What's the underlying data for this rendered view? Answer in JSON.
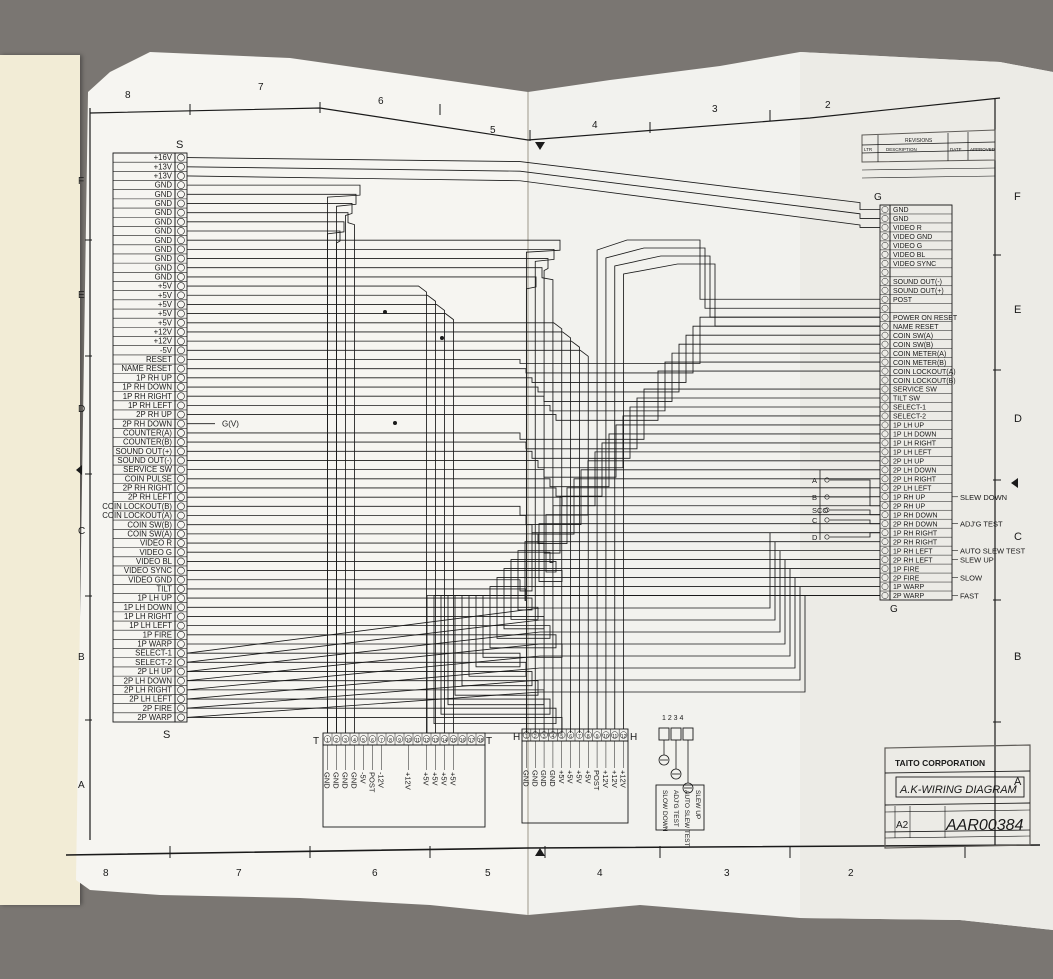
{
  "zones_top": [
    "8",
    "7",
    "6",
    "5",
    "4",
    "3",
    "2"
  ],
  "zones_bottom": [
    "8",
    "7",
    "6",
    "5",
    "4",
    "3",
    "2"
  ],
  "rows_left": [
    "F",
    "E",
    "D",
    "C",
    "B",
    "A"
  ],
  "rows_right": [
    "F",
    "E",
    "D",
    "C",
    "B",
    "A"
  ],
  "connectors": {
    "S": {
      "letter": "S",
      "pins": [
        "+16V",
        "+13V",
        "+13V",
        "GND",
        "GND",
        "GND",
        "GND",
        "GND",
        "GND",
        "GND",
        "GND",
        "GND",
        "GND",
        "GND",
        "+5V",
        "+5V",
        "+5V",
        "+5V",
        "+5V",
        "+12V",
        "+12V",
        "-5V",
        "RESET",
        "NAME RESET",
        "1P RH UP",
        "1P RH DOWN",
        "1P RH RIGHT",
        "1P RH LEFT",
        "2P RH UP",
        "2P RH DOWN",
        "COUNTER(A)",
        "COUNTER(B)",
        "SOUND OUT(+)",
        "SOUND OUT(-)",
        "SERVICE SW",
        "COIN PULSE",
        "2P RH RIGHT",
        "2P RH LEFT",
        "COIN LOCKOUT(B)",
        "COIN LOCKOUT(A)",
        "COIN SW(B)",
        "COIN SW(A)",
        "VIDEO R",
        "VIDEO G",
        "VIDEO BL",
        "VIDEO SYNC",
        "VIDEO GND",
        "TILT",
        "1P LH UP",
        "1P LH DOWN",
        "1P LH RIGHT",
        "1P LH LEFT",
        "1P FIRE",
        "1P WARP",
        "SELECT-1",
        "SELECT-2",
        "2P LH UP",
        "2P LH DOWN",
        "2P LH RIGHT",
        "2P LH LEFT",
        "2P FIRE",
        "2P WARP"
      ],
      "gv_label": "G(V)"
    },
    "G": {
      "letter": "G",
      "pins": [
        "GND",
        "GND",
        "VIDEO R",
        "VIDEO GND",
        "VIDEO G",
        "VIDEO BL",
        "VIDEO SYNC",
        "",
        "SOUND OUT(-)",
        "SOUND OUT(+)",
        "POST",
        "",
        "POWER ON RESET",
        "NAME RESET",
        "COIN SW(A)",
        "COIN SW(B)",
        "COIN METER(A)",
        "COIN METER(B)",
        "COIN LOCKOUT(A)",
        "COIN LOCKOUT(B)",
        "SERVICE SW",
        "TILT SW",
        "SELECT-1",
        "SELECT-2",
        "1P LH UP",
        "1P LH DOWN",
        "1P LH RIGHT",
        "1P LH LEFT",
        "2P LH UP",
        "2P LH DOWN",
        "2P LH RIGHT",
        "2P LH LEFT",
        "1P RH UP",
        "2P RH UP",
        "1P RH DOWN",
        "2P RH DOWN",
        "1P RH RIGHT",
        "2P RH RIGHT",
        "1P RH LEFT",
        "2P RH LEFT",
        "1P FIRE",
        "2P FIRE",
        "1P WARP",
        "2P WARP"
      ],
      "side_notes": [
        "SLEW DOWN",
        "ADJ'G TEST",
        "AUTO SLEW TEST",
        "SLEW UP",
        "SLOW",
        "FAST"
      ],
      "switch_labels": [
        "A",
        "B",
        "SCO",
        "C",
        "D"
      ]
    },
    "T": {
      "letter": "T",
      "pins": [
        "1",
        "2",
        "3",
        "4",
        "5",
        "6",
        "7",
        "8",
        "9",
        "10",
        "11",
        "12",
        "13",
        "14",
        "15",
        "16",
        "17",
        "18"
      ],
      "signals": [
        "GND",
        "GND",
        "GND",
        "GND",
        "-5V",
        "POST",
        "-12V",
        "",
        "",
        "+12V",
        "",
        "+5V",
        "+5V",
        "+5V",
        "+5V"
      ]
    },
    "H": {
      "letter": "H",
      "pins": [
        "1",
        "2",
        "3",
        "4",
        "5",
        "6",
        "7",
        "8",
        "9",
        "10",
        "11",
        "12"
      ],
      "signals": [
        "GND",
        "GND",
        "GND",
        "GND",
        "+5V",
        "+5V",
        "+5V",
        "+5V",
        "POST",
        "+12V",
        "+12V",
        "+12V"
      ]
    },
    "SW": {
      "header": "1 2 3 4",
      "labels": [
        "SLOW DOWN",
        "ADJ'G TEST",
        "AUTO SLEW TEST",
        "SLEW UP"
      ]
    }
  },
  "title_block": {
    "company": "TAITO CORPORATION",
    "title": "A.K-WIRING DIAGRAM",
    "size": "A2",
    "number": "AAR00384",
    "rev_header": "REVISIONS",
    "rev_cols": [
      "LTR",
      "DESCRIPTION",
      "DATE",
      "APPROVED"
    ]
  },
  "colors": {
    "paper": "#f4f3ee",
    "ink": "#1a1a1a",
    "table": "#5e5b57",
    "back_page": "#f2ecd6"
  }
}
